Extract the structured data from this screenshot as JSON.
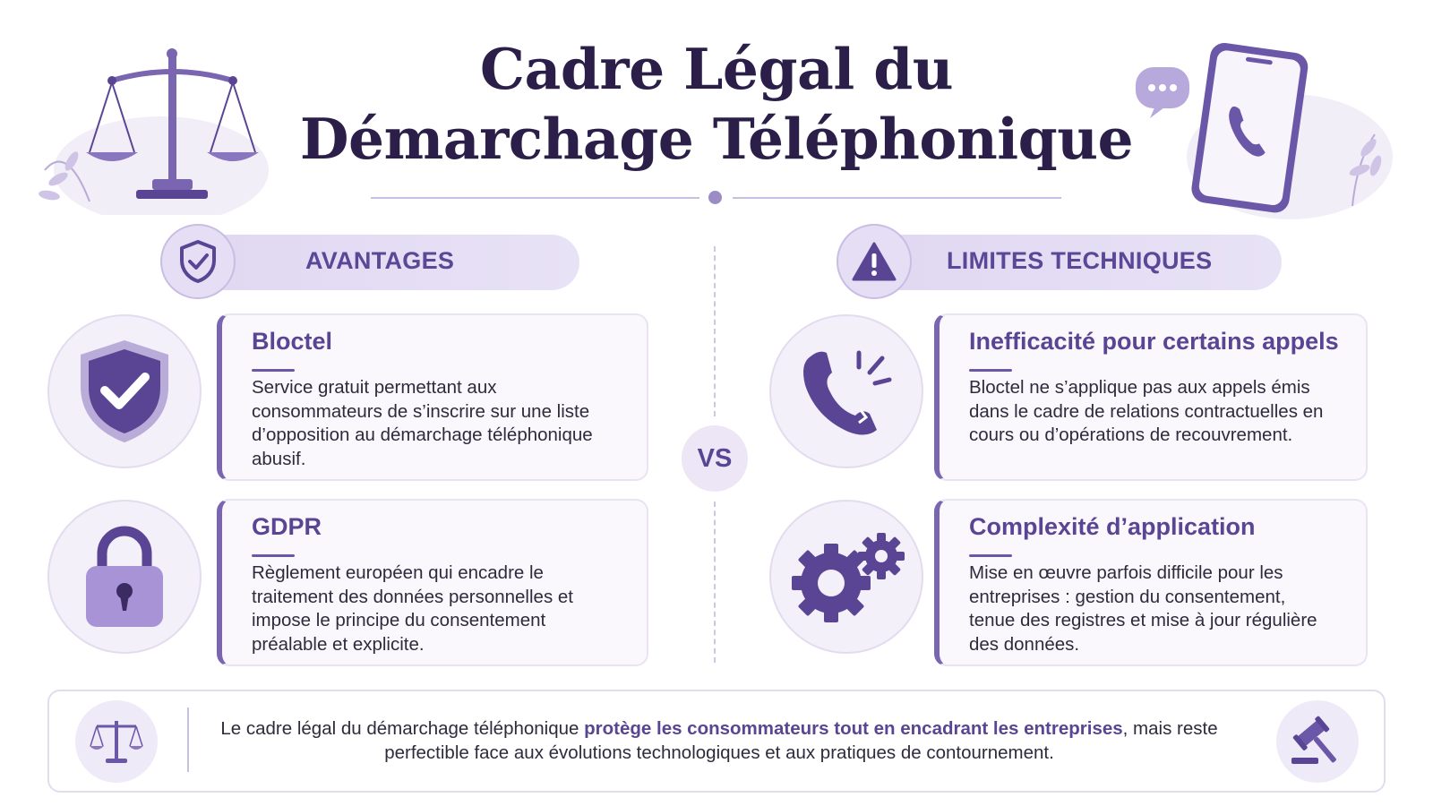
{
  "title": {
    "line1": "Cadre Légal du",
    "line2": "Démarchage Téléphonique"
  },
  "left_section": {
    "header": "AVANTAGES",
    "header_icon": "shield-check-icon",
    "cards": [
      {
        "title": "Bloctel",
        "icon": "shield-check-icon",
        "text": "Service gratuit permettant aux consommateurs de s’inscrire sur une liste d’opposition au démarchage téléphonique abusif."
      },
      {
        "title": "GDPR",
        "icon": "padlock-icon",
        "text": "Règlement européen qui encadre le traitement des données personnelles et impose le principe du consentement préalable et explicite."
      }
    ]
  },
  "right_section": {
    "header": "LIMITES TECHNIQUES",
    "header_icon": "warning-icon",
    "cards": [
      {
        "title": "Inefficacité pour certains appels",
        "icon": "broken-phone-icon",
        "text": "Bloctel ne s’applique pas aux appels émis dans le cadre de relations contractuelles en cours ou d’opérations de recouvrement."
      },
      {
        "title": "Complexité d’application",
        "icon": "gears-icon",
        "text": "Mise en œuvre parfois difficile pour les entreprises : gestion du consentement, tenue des registres et mise à jour régulière des données."
      }
    ]
  },
  "vs_label": "VS",
  "conclusion": {
    "before": "Le cadre légal du démarchage téléphonique ",
    "emphasis": "protège les consommateurs tout en encadrant les entreprises",
    "after": ", mais reste perfectible face aux évolutions technologiques et aux pratiques de contournement."
  },
  "colors": {
    "primary": "#5a4594",
    "accent": "#7a66b0",
    "light": "#ece6f6",
    "title": "#2b1f4a"
  }
}
